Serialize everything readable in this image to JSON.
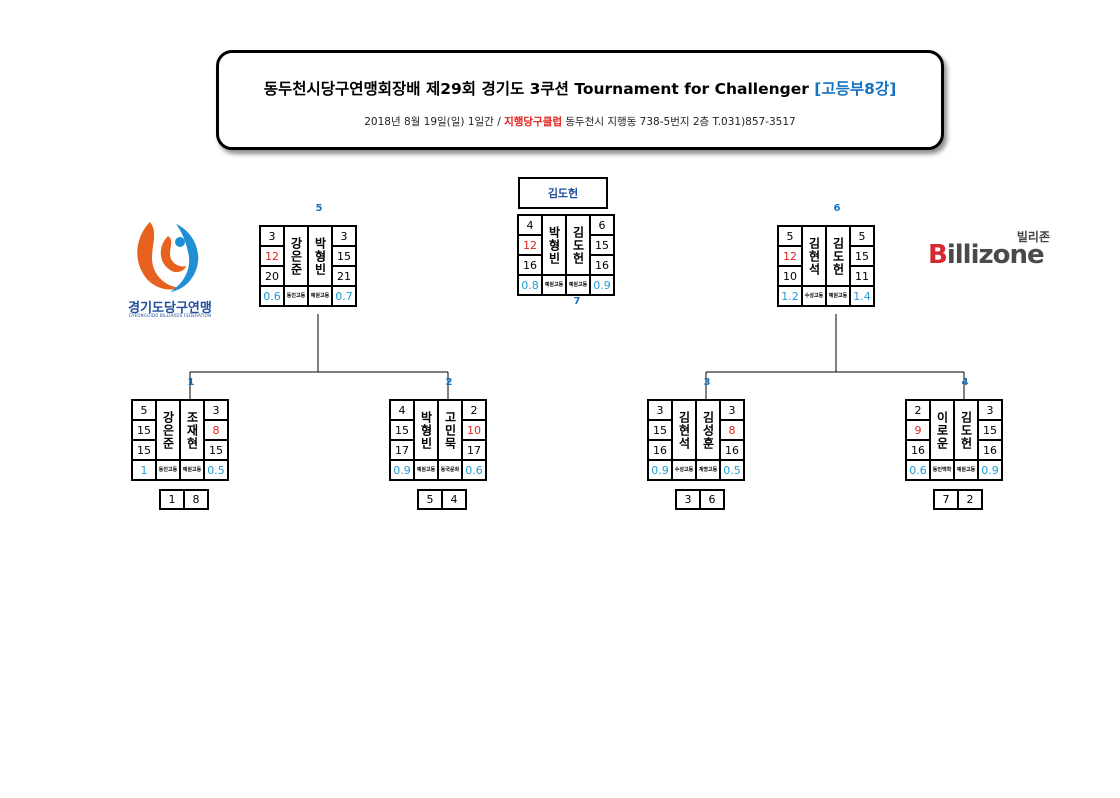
{
  "header": {
    "title": "동두천시당구연맹회장배 제29회 경기도 3쿠션 Tournament for Challenger",
    "division": "[고등부8강]",
    "info": "2018년 8월 19일(일) 1일간 /",
    "club": "지행당구클럽",
    "address": "동두천시 지행동 738-5번지 2층 T.031)857-3517"
  },
  "logo_left": {
    "text": "경기도당구연맹",
    "subtext": "GYEONGGIDO BILLIARDS FEDERATION"
  },
  "logo_right": {
    "kr": "빌리존",
    "text": "illizone",
    "initial": "B"
  },
  "colors": {
    "title_blue": "#1673c0",
    "red": "#e0221c",
    "avg_cyan": "#1f9bd4",
    "navy": "#1f4e9c"
  },
  "champion": "김도헌",
  "matches": {
    "m1": {
      "number": "1",
      "p1": {
        "seed": "5",
        "score": "15",
        "innings": "15",
        "avg": "1",
        "name": "강은준",
        "school": "동진고등",
        "win": true
      },
      "p2": {
        "seed": "3",
        "score": "8",
        "innings": "15",
        "avg": "0.5",
        "name": "조재현",
        "school": "예원고등",
        "win": false
      },
      "seeds": [
        "1",
        "8"
      ]
    },
    "m2": {
      "number": "2",
      "p1": {
        "seed": "4",
        "score": "15",
        "innings": "17",
        "avg": "0.9",
        "name": "박형빈",
        "school": "예원고등",
        "win": true
      },
      "p2": {
        "seed": "2",
        "score": "10",
        "innings": "17",
        "avg": "0.6",
        "name": "고민묵",
        "school": "동국문화",
        "win": false
      },
      "seeds": [
        "5",
        "4"
      ]
    },
    "m3": {
      "number": "3",
      "p1": {
        "seed": "3",
        "score": "15",
        "innings": "16",
        "avg": "0.9",
        "name": "김현석",
        "school": "수성고등",
        "win": true
      },
      "p2": {
        "seed": "3",
        "score": "8",
        "innings": "16",
        "avg": "0.5",
        "name": "김성훈",
        "school": "계명고등",
        "win": false
      },
      "seeds": [
        "3",
        "6"
      ]
    },
    "m4": {
      "number": "4",
      "p1": {
        "seed": "2",
        "score": "9",
        "innings": "16",
        "avg": "0.6",
        "name": "이로운",
        "school": "동인백학",
        "win": false
      },
      "p2": {
        "seed": "3",
        "score": "15",
        "innings": "16",
        "avg": "0.9",
        "name": "김도헌",
        "school": "예원고등",
        "win": true
      }
    },
    "m5": {
      "number": "5",
      "p1": {
        "seed": "3",
        "score": "12",
        "innings": "20",
        "avg": "0.6",
        "name": "강은준",
        "school": "동진고등",
        "win": false
      },
      "p2": {
        "seed": "3",
        "score": "15",
        "innings": "21",
        "avg": "0.7",
        "name": "박형빈",
        "school": "예원고등",
        "win": true
      }
    },
    "m6": {
      "number": "6",
      "p1": {
        "seed": "5",
        "score": "12",
        "innings": "10",
        "avg": "1.2",
        "name": "김현석",
        "school": "수성고등",
        "win": false
      },
      "p2": {
        "seed": "5",
        "score": "15",
        "innings": "11",
        "avg": "1.4",
        "name": "김도헌",
        "school": "예원고등",
        "win": true
      }
    },
    "m7": {
      "number": "7",
      "p1": {
        "seed": "4",
        "score": "12",
        "innings": "16",
        "avg": "0.8",
        "name": "박형빈",
        "school": "예원고등",
        "win": false
      },
      "p2": {
        "seed": "6",
        "score": "15",
        "innings": "16",
        "avg": "0.9",
        "name": "김도헌",
        "school": "예원고등",
        "win": true
      }
    }
  }
}
